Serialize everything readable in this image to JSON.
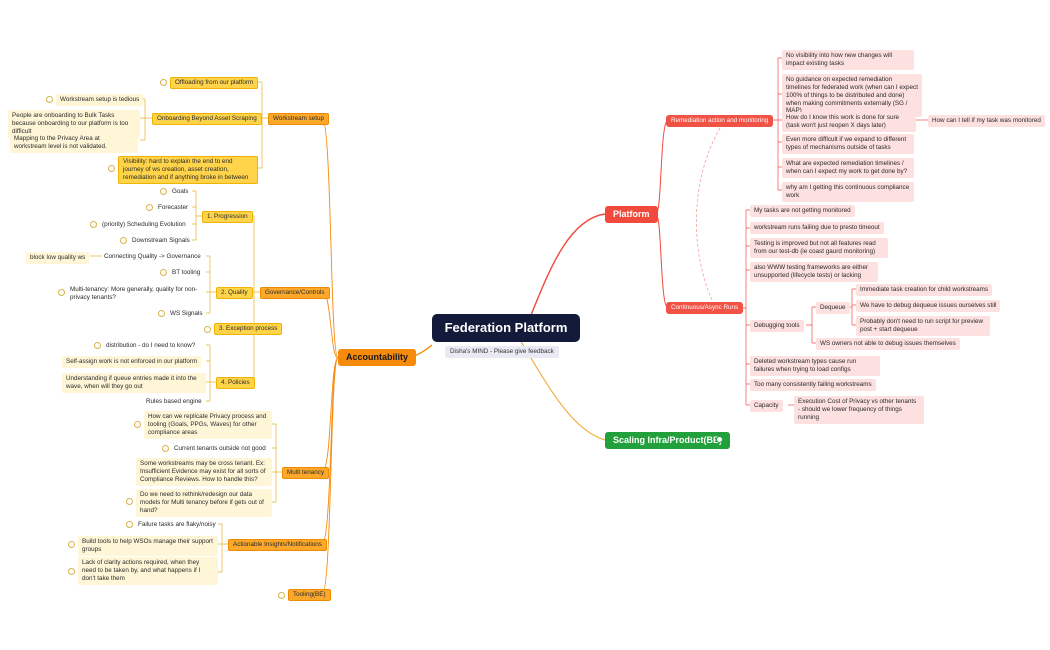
{
  "central": {
    "title": "Federation Platform",
    "subtitle": "Disha's MIND - Please give feedback"
  },
  "platform": {
    "label": "Platform",
    "remediation": {
      "label": "Remediation action and monitoring",
      "items": [
        "No visibility into how new changes will impact existing tasks",
        "No guidance on expected remediation timelines for federated work (when can I expect 100% of things to be distributed and done) when making commitments externally (SG / MAP)",
        "How do I know this work is done for sure (task won't just reopen X days later)",
        "Even more difficult if we expand to different types of mechanisms outside of tasks",
        "What are expected remediation timelines / when can I expect my work to get done by?",
        "why am I getting this continuous compliance work"
      ],
      "followup": "How can I tell if my task was monitored"
    },
    "async": {
      "label": "Continuous/Async Runs",
      "items": [
        "My tasks are not getting monitored",
        "workstream runs failing due to presto timeout",
        "Testing is improved but not all features read from our test-db (ie coast gaurd monitoring)",
        "also WWW testing frameworks are either unsupported (lifecycle tests) or lacking"
      ],
      "debugging": {
        "label": "Debugging tools",
        "dequeue": {
          "label": "Dequeue",
          "items": [
            "Immediate task creation for child workstreams",
            "We have to debug dequeue issues ourselves still",
            "Probably don't need to run script for preview post + start dequeue"
          ]
        },
        "ws_owners": "WS owners not able to debug issues themselves"
      },
      "items2": [
        "Deleted workstream types cause run failures when trying to load configs",
        "Too many consistently failing workstreams"
      ],
      "capacity": {
        "label": "Capacity",
        "item": "Execution Cost of Privacy vs other tenants - should we lower frequency of things running"
      }
    }
  },
  "scaling": {
    "label": "Scaling Infra/Product(BE)"
  },
  "accountability": {
    "label": "Accountability",
    "workstream_setup": {
      "label": "Workstream setup",
      "offloading": "Offloading from our platform",
      "onboarding": {
        "label": "Onboarding Beyond Asset Scraping",
        "items": [
          "Workstream setup is tedious",
          "People are onboarding to Bulk Tasks because onboarding to our platform is too difficult",
          "Mapping to the Privacy Area at workstream level is not validated."
        ]
      },
      "visibility": "Visibility: hard to explain the end to end journey of ws creation, asset creation, remediation and if anything broke in between"
    },
    "governance": {
      "label": "Governance/Controls",
      "progression": {
        "label": "1. Progression",
        "items": [
          "Goals",
          "Forecaster",
          "(priority) Scheduling Evolution",
          "Downstream Signals"
        ]
      },
      "quality": {
        "label": "2. Quality",
        "connecting": "Connecting Quality -> Governance",
        "block": "block low quality ws",
        "bt": "BT tooling",
        "multi": "Multi-tenancy: More generally, quality for non-privacy tenants?",
        "ws": "WS Signals"
      },
      "exception": "3. Exception process",
      "policies": {
        "label": "4. Policies",
        "items": [
          "distribution - do I need to know?",
          "Self-assign work is not enforced in our platform",
          "Understanding if queue entries made it into the wave, when will they go out",
          "Rules based engine"
        ]
      }
    },
    "multi_tenancy": {
      "label": "Multi tenancy",
      "items": [
        "How can we replicate Privacy process and tooling (Goals, PPGs, Waves) for other compliance areas",
        "Current tenants outside not good",
        "Some workstreams may be cross tenant. Ex: Insufficient Evidence may exist for all sorts of Compliance Reviews. How to handle this?",
        "Do we need to rethink/redesign our data models for Multi tenancy before if gets out of hand?"
      ]
    },
    "actionable": {
      "label": "Actionable Insights/Notifications",
      "items": [
        "Failure tasks are flaky/noisy",
        "Build tools to help WSOs manage their support groups",
        "Lack of clarity actions required, when they need to be taken by, and what happens if I don't take them"
      ]
    },
    "tooling": "Tooling(BE)"
  }
}
